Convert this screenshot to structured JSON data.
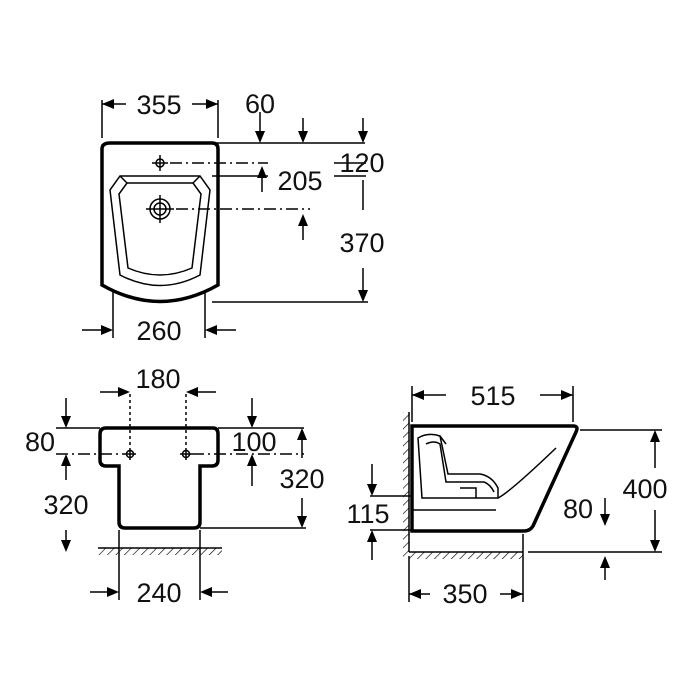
{
  "top_view": {
    "width_top": "355",
    "offset_60": "60",
    "dist_120": "120",
    "dist_205": "205",
    "length_370": "370",
    "width_bottom": "260"
  },
  "front_view": {
    "holes_180": "180",
    "left_80": "80",
    "right_100": "100",
    "left_320": "320",
    "right_320": "320",
    "base_240": "240"
  },
  "side_view": {
    "depth_515": "515",
    "height_400": "400",
    "drain_115": "115",
    "drain_80": "80",
    "base_350": "350"
  }
}
